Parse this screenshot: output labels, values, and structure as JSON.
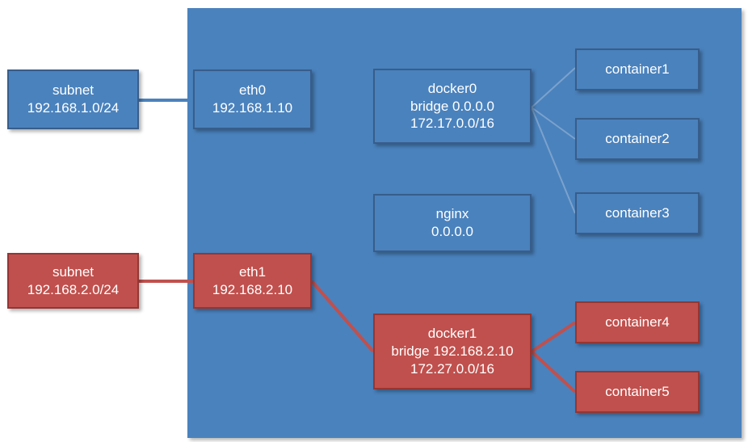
{
  "diagram": {
    "title": "docker host networking diagram",
    "colors": {
      "blue_fill": "#4a82bd",
      "blue_border": "#385d8a",
      "red_fill": "#c0504d",
      "red_border": "#943634",
      "host_panel_fill": "#4a82bd",
      "page_background": "#ffffff"
    },
    "host_panel": {
      "label": ""
    },
    "nodes": {
      "subnet1": {
        "line1": "subnet",
        "line2": "192.168.1.0/24",
        "color": "blue"
      },
      "eth0": {
        "line1": "eth0",
        "line2": "192.168.1.10",
        "color": "blue"
      },
      "docker0": {
        "line1": "docker0",
        "line2": "bridge 0.0.0.0",
        "line3": "172.17.0.0/16",
        "color": "blue"
      },
      "nginx": {
        "line1": "nginx",
        "line2": "0.0.0.0",
        "color": "blue"
      },
      "container1": {
        "line1": "container1",
        "color": "blue"
      },
      "container2": {
        "line1": "container2",
        "color": "blue"
      },
      "container3": {
        "line1": "container3",
        "color": "blue"
      },
      "subnet2": {
        "line1": "subnet",
        "line2": "192.168.2.0/24",
        "color": "red"
      },
      "eth1": {
        "line1": "eth1",
        "line2": "192.168.2.10",
        "color": "red"
      },
      "docker1": {
        "line1": "docker1",
        "line2": "bridge 192.168.2.10",
        "line3": "172.27.0.0/16",
        "color": "red"
      },
      "container4": {
        "line1": "container4",
        "color": "red"
      },
      "container5": {
        "line1": "container5",
        "color": "red"
      }
    },
    "edges": [
      {
        "name": "subnet1-to-eth0",
        "from": "subnet1",
        "to": "eth0",
        "color": "#4a82bd"
      },
      {
        "name": "docker0-to-container1",
        "from": "docker0",
        "to": "container1",
        "color": "#4a82bd"
      },
      {
        "name": "docker0-to-container2",
        "from": "docker0",
        "to": "container2",
        "color": "#4a82bd"
      },
      {
        "name": "docker0-to-container3",
        "from": "docker0",
        "to": "container3",
        "color": "#4a82bd"
      },
      {
        "name": "subnet2-to-eth1",
        "from": "subnet2",
        "to": "eth1",
        "color": "#c0504d"
      },
      {
        "name": "eth1-to-docker1",
        "from": "eth1",
        "to": "docker1",
        "color": "#c0504d"
      },
      {
        "name": "docker1-to-container4",
        "from": "docker1",
        "to": "container4",
        "color": "#c0504d"
      },
      {
        "name": "docker1-to-container5",
        "from": "docker1",
        "to": "container5",
        "color": "#c0504d"
      }
    ]
  }
}
